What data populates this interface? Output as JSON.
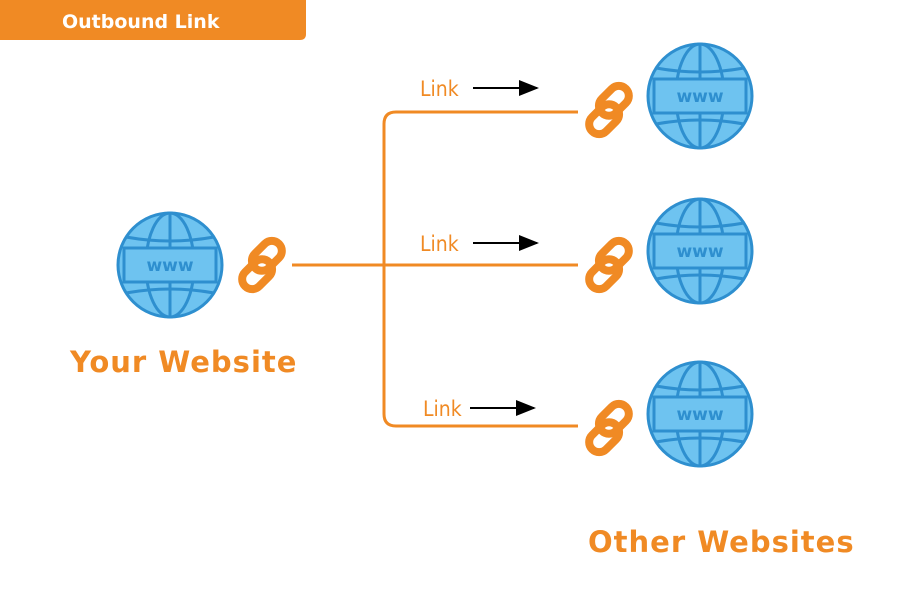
{
  "banner": {
    "label": "Outbound Link"
  },
  "source": {
    "caption": "Your Website",
    "globe_text": "www"
  },
  "targets": {
    "caption": "Other Websites",
    "items": [
      {
        "link_label": "Link",
        "globe_text": "www"
      },
      {
        "link_label": "Link",
        "globe_text": "www"
      },
      {
        "link_label": "Link",
        "globe_text": "www"
      }
    ]
  },
  "colors": {
    "accent_orange": "#f08a24",
    "globe_blue": "#6ec3f0",
    "globe_line": "#2e8fcf",
    "arrow": "#000000"
  },
  "icons": [
    "globe-icon",
    "chain-link-icon",
    "arrow-right-icon"
  ]
}
